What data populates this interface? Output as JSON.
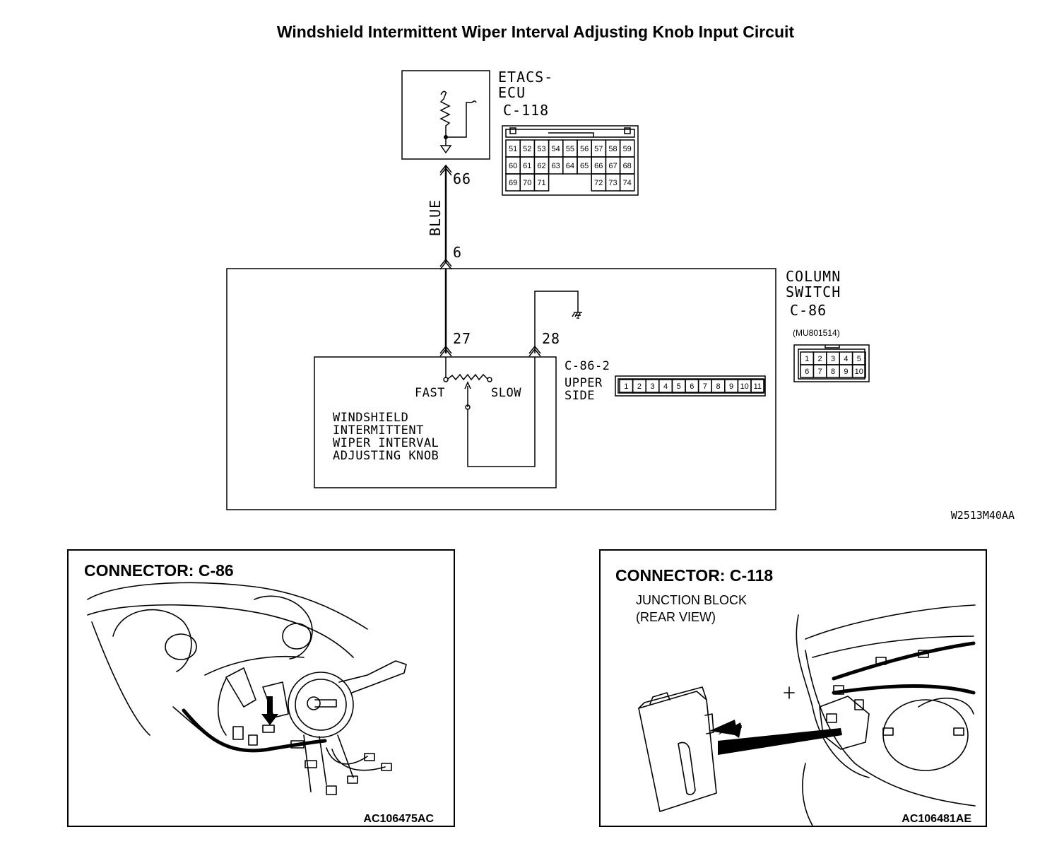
{
  "title": "Windshield Intermittent Wiper Interval Adjusting Knob Input Circuit",
  "ecu": {
    "name_line1": "ETACS-",
    "name_line2": "ECU",
    "connector": "C-118",
    "pin_out": "66",
    "pin_grid": {
      "row1": [
        "51",
        "52",
        "53",
        "54",
        "55",
        "56",
        "57",
        "58",
        "59"
      ],
      "row2": [
        "60",
        "61",
        "62",
        "63",
        "64",
        "65",
        "66",
        "67",
        "68"
      ],
      "row3": [
        "69",
        "70",
        "71",
        "72",
        "73",
        "74"
      ]
    }
  },
  "wire": {
    "color_label": "BLUE",
    "pin_in": "6"
  },
  "column_switch": {
    "name_line1": "COLUMN",
    "name_line2": "SWITCH",
    "connector": "C-86",
    "part_number": "(MU801514)",
    "pins_row1": [
      "1",
      "2",
      "3",
      "4",
      "5"
    ],
    "pins_row2": [
      "6",
      "7",
      "8",
      "9",
      "10"
    ]
  },
  "knob": {
    "pin_left": "27",
    "pin_right": "28",
    "fast": "FAST",
    "slow": "SLOW",
    "label_lines": [
      "WINDSHIELD",
      "INTERMITTENT",
      "WIPER INTERVAL",
      "ADJUSTING KNOB"
    ]
  },
  "sub_connector": {
    "name": "C-86-2",
    "side_line1": "UPPER",
    "side_line2": "SIDE",
    "pins": [
      "1",
      "2",
      "3",
      "4",
      "5",
      "6",
      "7",
      "8",
      "9",
      "10",
      "11"
    ]
  },
  "diagram_code": "W2513M40AA",
  "panel_left": {
    "heading": "CONNECTOR: C-86",
    "code": "AC106475AC"
  },
  "panel_right": {
    "heading": "CONNECTOR: C-118",
    "sub_line1": "JUNCTION BLOCK",
    "sub_line2": "(REAR VIEW)",
    "code": "AC106481AE"
  }
}
